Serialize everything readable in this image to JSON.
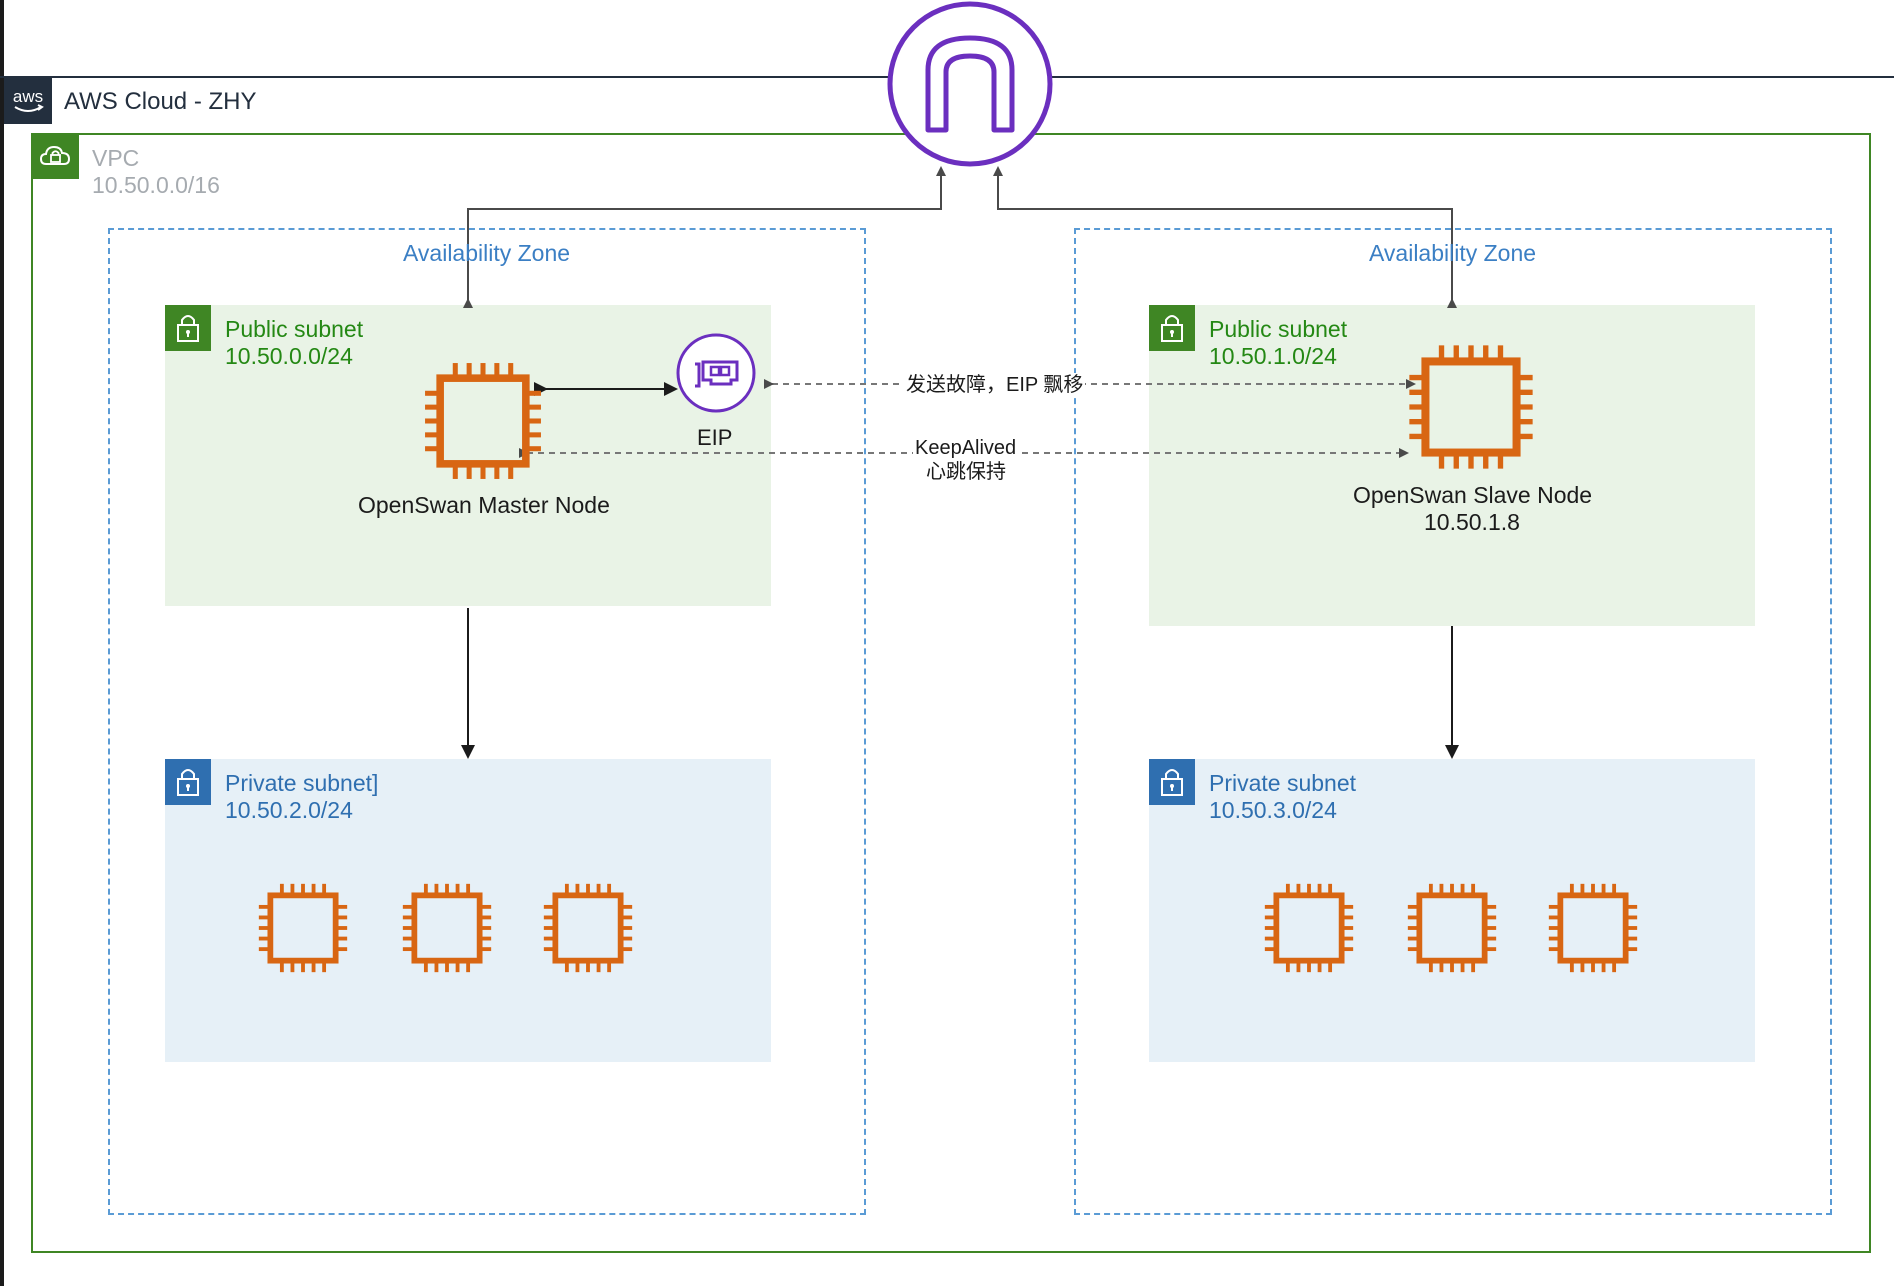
{
  "cloud": {
    "title": "AWS Cloud - ZHY",
    "badge_text": "aws"
  },
  "vpc": {
    "name": "VPC",
    "cidr": "10.50.0.0/16"
  },
  "availability_zones": [
    {
      "label": "Availability Zone",
      "public_subnet": {
        "name": "Public subnet",
        "cidr": "10.50.0.0/24"
      },
      "private_subnet": {
        "name": "Private subnet]",
        "cidr": "10.50.2.0/24"
      },
      "public_node": {
        "name": "OpenSwan Master Node",
        "ip": ""
      }
    },
    {
      "label": "Availability Zone",
      "public_subnet": {
        "name": "Public subnet",
        "cidr": "10.50.1.0/24"
      },
      "private_subnet": {
        "name": "Private subnet",
        "cidr": "10.50.3.0/24"
      },
      "public_node": {
        "name": "OpenSwan Slave Node",
        "ip": "10.50.1.8"
      }
    }
  ],
  "eip": {
    "label": "EIP"
  },
  "edges": {
    "failover_label": "发送故障，EIP 飘移",
    "heartbeat_line1": "KeepAlived",
    "heartbeat_line2": "心跳保持"
  },
  "icons": {
    "gateway": "internet-gateway-icon",
    "eip": "elastic-network-interface-icon",
    "instance": "ec2-instance-icon",
    "vpc": "vpc-cloud-lock-icon",
    "subnet": "subnet-lock-icon"
  },
  "colors": {
    "ec2": "#d86613",
    "gateway": "#6b2fbf",
    "vpc_green": "#3f8624",
    "subnet_public_bg": "#e9f3e6",
    "subnet_private_bg": "#e6f0f7",
    "az_dash": "#5a9bd5",
    "private_blue": "#2f6fb0"
  }
}
